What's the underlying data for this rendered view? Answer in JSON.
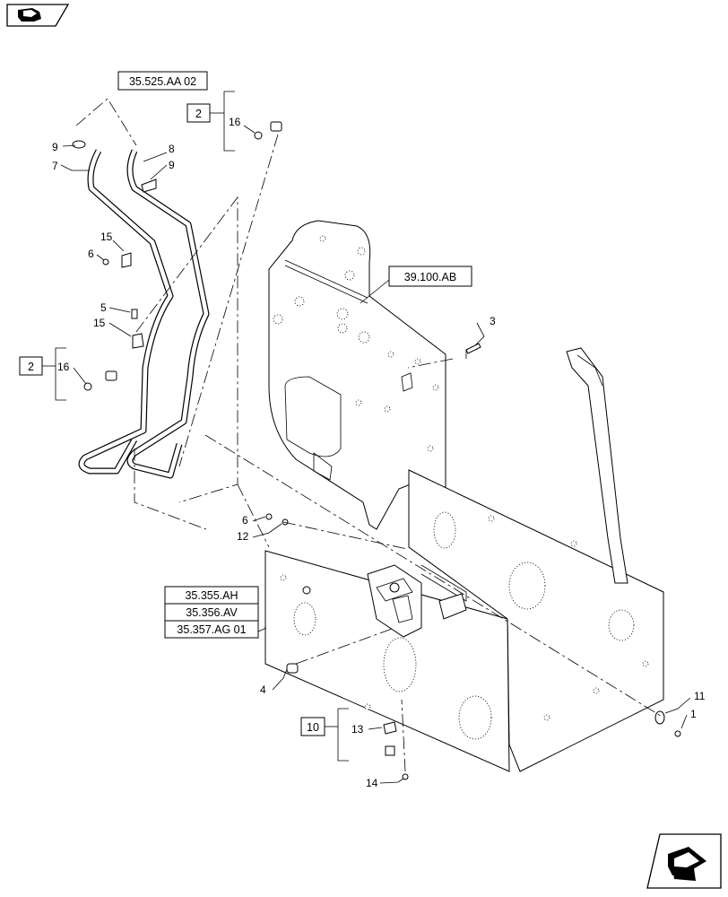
{
  "nav": {
    "back_icon": "back-arrow-icon",
    "forward_icon": "forward-arrow-icon"
  },
  "references": {
    "hoses": "35.525.AA 02",
    "plate": "39.100.AB",
    "valve_1": "35.355.AH",
    "valve_2": "35.356.AV",
    "valve_3": "35.357.AG 01"
  },
  "brackets": {
    "top": "2",
    "left": "2",
    "bottom": "10"
  },
  "callouts": {
    "c1": "1",
    "c3": "3",
    "c4": "4",
    "c5": "5",
    "c6a": "6",
    "c6b": "6",
    "c7": "7",
    "c8": "8",
    "c9a": "9",
    "c9b": "9",
    "c11": "11",
    "c12": "12",
    "c13": "13",
    "c14": "14",
    "c15a": "15",
    "c15b": "15",
    "c16a": "16",
    "c16b": "16"
  }
}
